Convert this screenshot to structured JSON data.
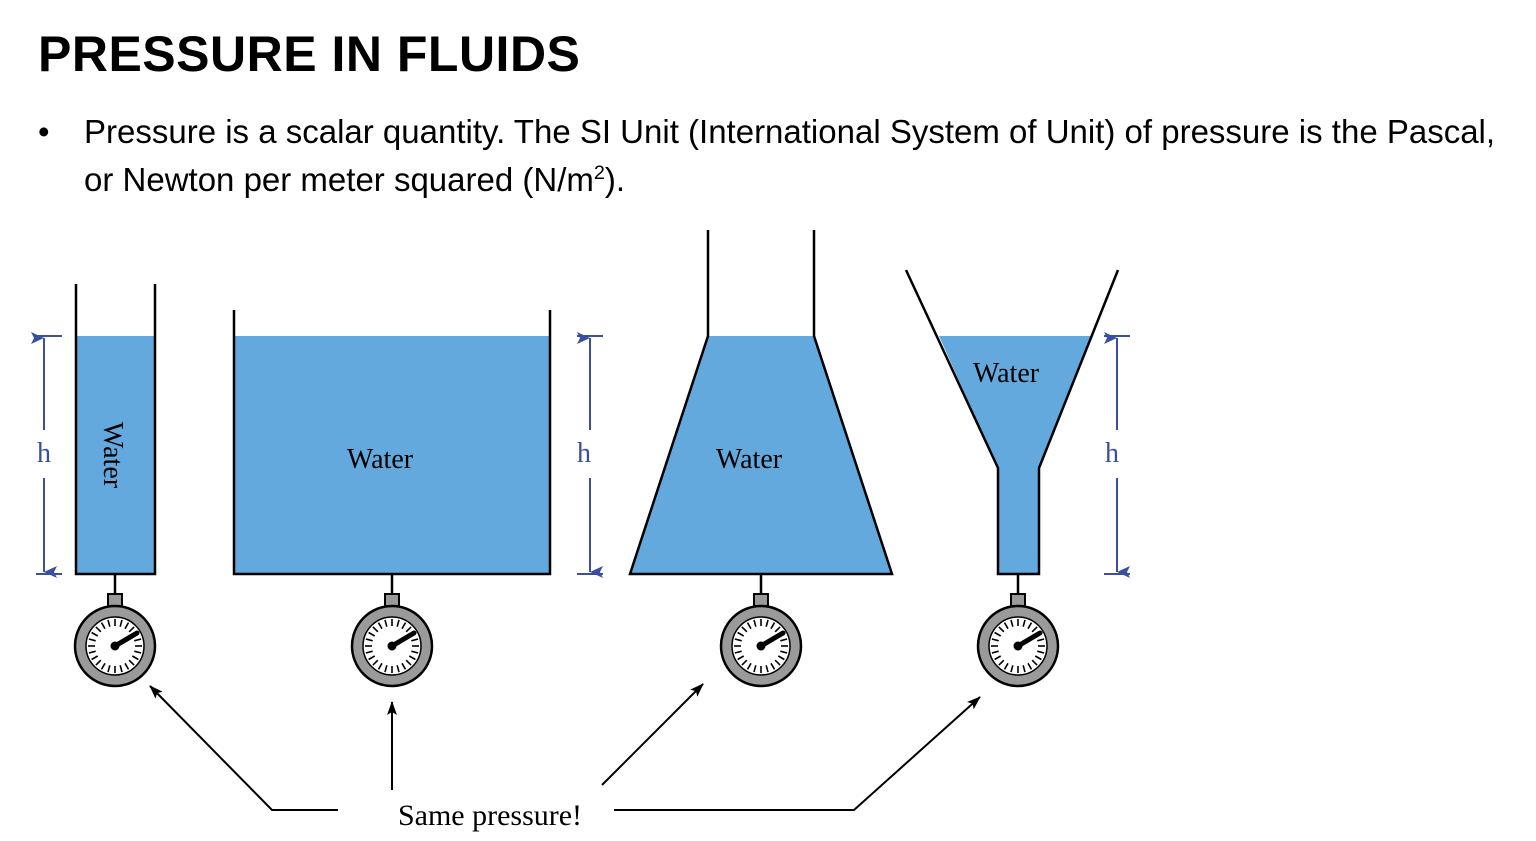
{
  "slide": {
    "title": "PRESSURE IN FLUIDS",
    "bullet": {
      "marker": "•",
      "text_main": "Pressure is a scalar quantity. The SI Unit (International System of Unit) of pressure is the Pascal, or Newton per meter squared (N/m",
      "superscript": "2",
      "text_end": ")."
    }
  },
  "diagram": {
    "colors": {
      "water": "#64A9DE",
      "dimension": "#3A4FA0",
      "gauge_face": "#9A9A9A",
      "outline": "#000000"
    },
    "containers": [
      {
        "shape": "narrow-column",
        "label": "Water",
        "label_rotated": true
      },
      {
        "shape": "wide-tank",
        "label": "Water",
        "label_rotated": false
      },
      {
        "shape": "flask",
        "label": "Water",
        "label_rotated": false
      },
      {
        "shape": "funnel",
        "label": "Water",
        "label_rotated": false
      }
    ],
    "height_labels": [
      "h",
      "h",
      "h"
    ],
    "caption": "Same pressure!",
    "gauge_icons": [
      "pressure-gauge-icon",
      "pressure-gauge-icon",
      "pressure-gauge-icon",
      "pressure-gauge-icon"
    ]
  }
}
